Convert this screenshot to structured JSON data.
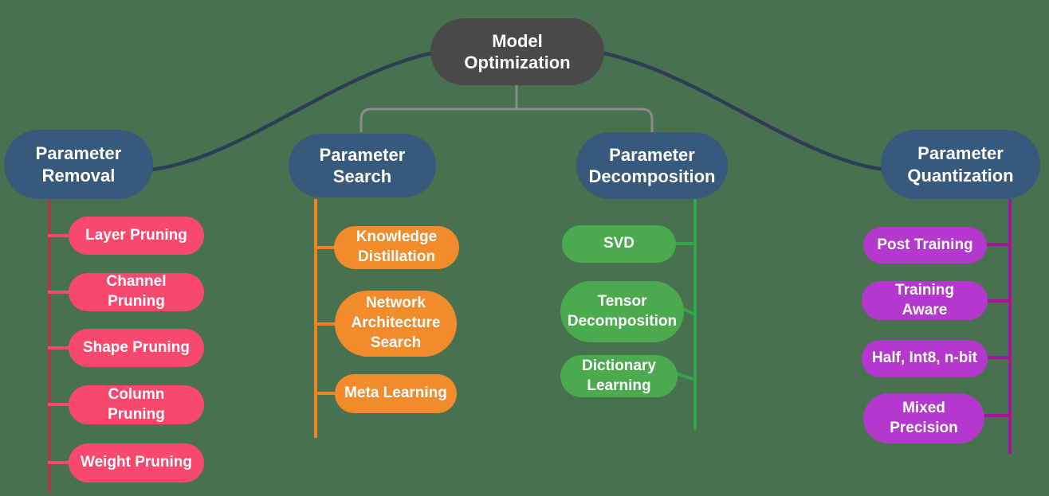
{
  "root": {
    "label": "Model Optimization"
  },
  "branches": [
    {
      "label": "Parameter Removal",
      "node_color": "#36597c",
      "child_color": "#f9486e",
      "line_color": "#c9293a",
      "children": [
        "Layer Pruning",
        "Channel Pruning",
        "Shape Pruning",
        "Column Pruning",
        "Weight Pruning"
      ]
    },
    {
      "label": "Parameter Search",
      "node_color": "#36597c",
      "child_color": "#f18b2b",
      "line_color": "#ef831f",
      "children": [
        "Knowledge Distillation",
        "Network Architecture Search",
        "Meta Learning"
      ]
    },
    {
      "label": "Parameter Decomposition",
      "node_color": "#36597c",
      "child_color": "#4ba94e",
      "line_color": "#33a64c",
      "children": [
        "SVD",
        "Tensor Decomposition",
        "Dictionary Learning"
      ]
    },
    {
      "label": "Parameter Quantization",
      "node_color": "#36597c",
      "child_color": "#b438cd",
      "line_color": "#a812a0",
      "children": [
        "Post Training",
        "Training Aware",
        "Half, Int8, n-bit",
        "Mixed Precision"
      ]
    }
  ],
  "colors": {
    "background": "#47714f",
    "root_node": "#494949",
    "branch_node": "#36597c",
    "root_link": "#2c3d56",
    "tree_connector": "#8c8c8c",
    "text": "#ffffff"
  }
}
